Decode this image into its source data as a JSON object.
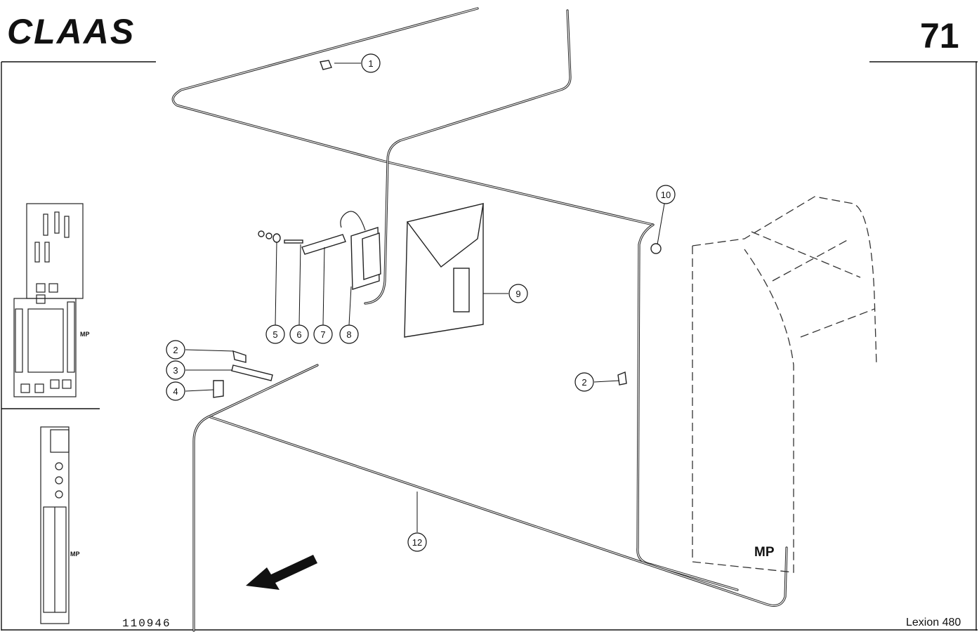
{
  "header": {
    "logo": "CLAAS",
    "page_number": "71"
  },
  "callouts": [
    "1",
    "2",
    "3",
    "4",
    "5",
    "6",
    "7",
    "8",
    "9",
    "10",
    "2",
    "12"
  ],
  "labels": {
    "mp_main": "MP",
    "mp_thumb_top": "MP",
    "mp_thumb_bottom": "MP"
  },
  "footer": {
    "drawing_number": "110946",
    "model": "Lexion 480"
  }
}
